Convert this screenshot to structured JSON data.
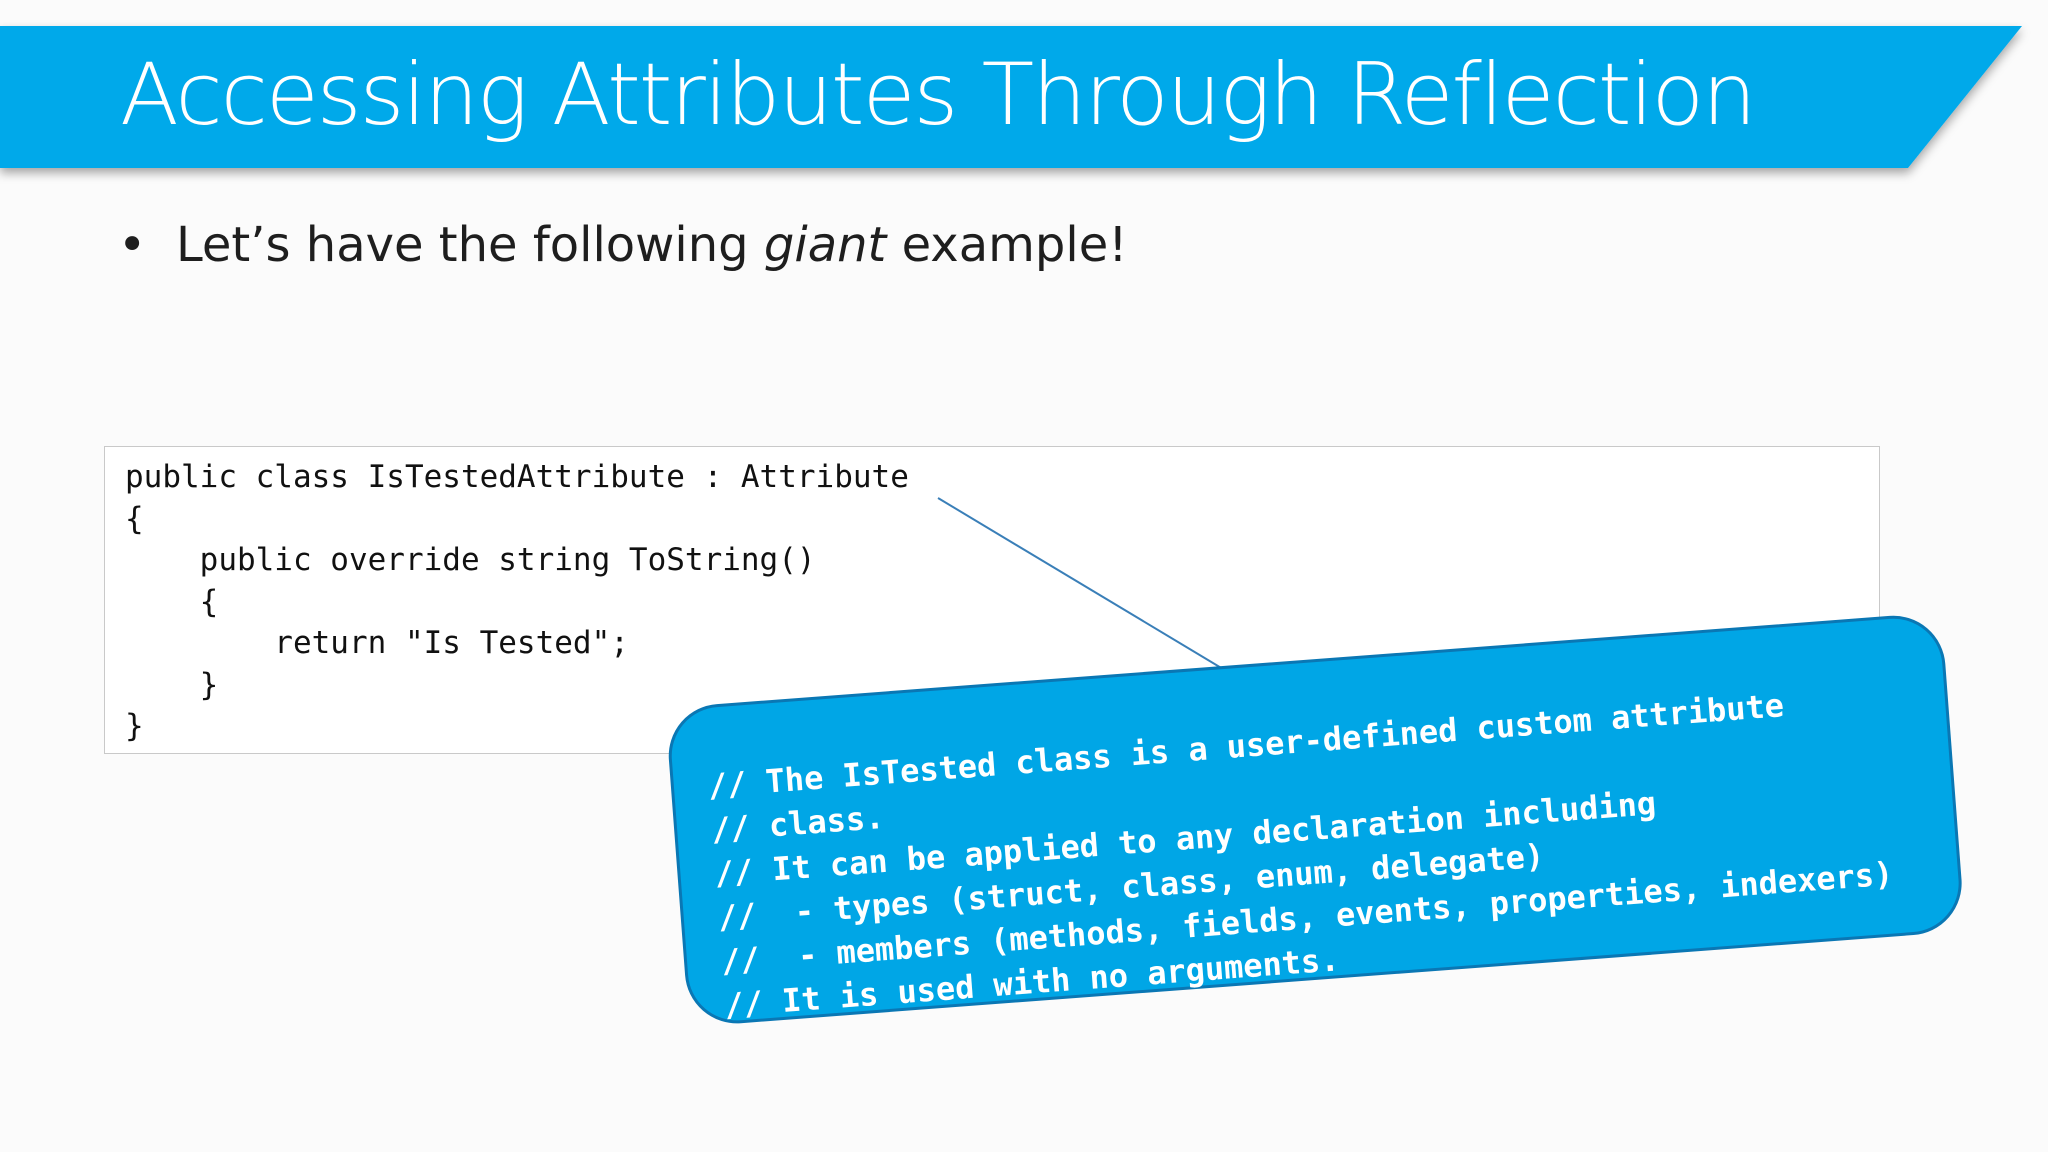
{
  "slide": {
    "title": "Accessing Attributes Through Reflection",
    "bullet": {
      "marker": "•",
      "text_before": "Let’s have the following ",
      "text_emphasis": "giant",
      "text_after": " example!"
    },
    "code": {
      "lines": [
        "public class IsTestedAttribute : Attribute",
        "{",
        "    public override string ToString()",
        "    {",
        "        return \"Is Tested\";",
        "    }",
        "}"
      ]
    },
    "callout": {
      "lines": [
        "// The IsTested class is a user-defined custom attribute",
        "// class.",
        "// It can be applied to any declaration including",
        "//  - types (struct, class, enum, delegate)",
        "//  - members (methods, fields, events, properties, indexers)",
        "// It is used with no arguments."
      ]
    },
    "colors": {
      "banner": "#00a9ea",
      "callout_fill": "#00a6e6",
      "callout_border": "#0a77b4",
      "arrow": "#3a7fb8"
    }
  }
}
